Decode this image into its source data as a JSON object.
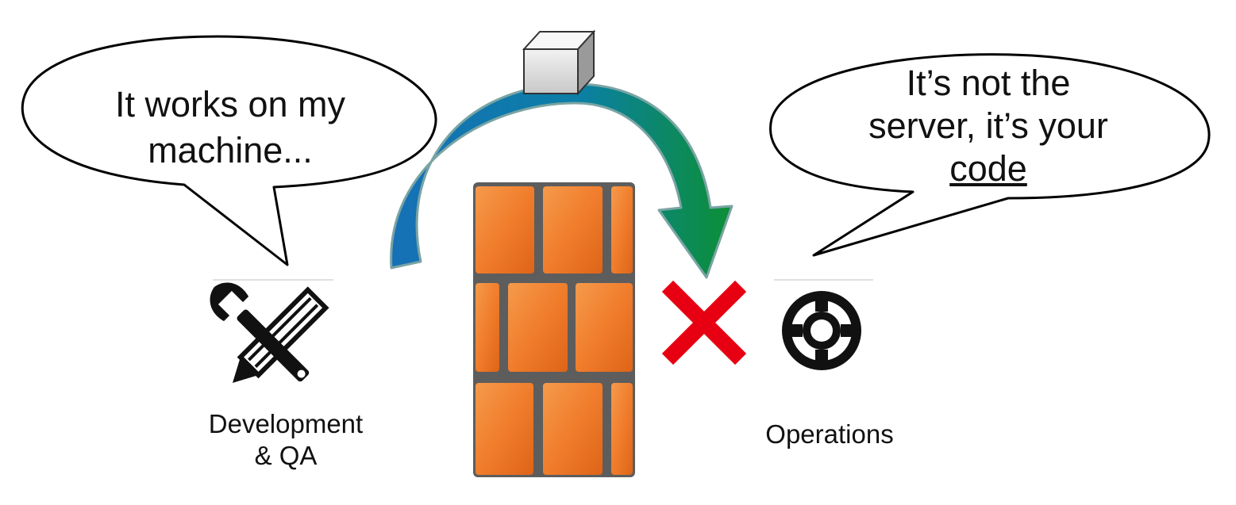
{
  "developer": {
    "speech": [
      "It works on my",
      "machine..."
    ],
    "label": [
      "Development",
      "& QA"
    ],
    "icon": "wrench-pencil-icon"
  },
  "operations": {
    "speech": [
      "It’s not the",
      "server, it’s your",
      "code"
    ],
    "label": "Operations",
    "icon": "lifebuoy-icon"
  },
  "barrier": {
    "icon": "brick-wall-icon",
    "color": "#f07c2a"
  },
  "handoff": {
    "icon": "package-cube-icon",
    "arrow_colors": [
      "#1b7bb8",
      "#0f8c3a"
    ]
  },
  "rejection": {
    "icon": "red-x-icon",
    "color": "#e60012"
  }
}
